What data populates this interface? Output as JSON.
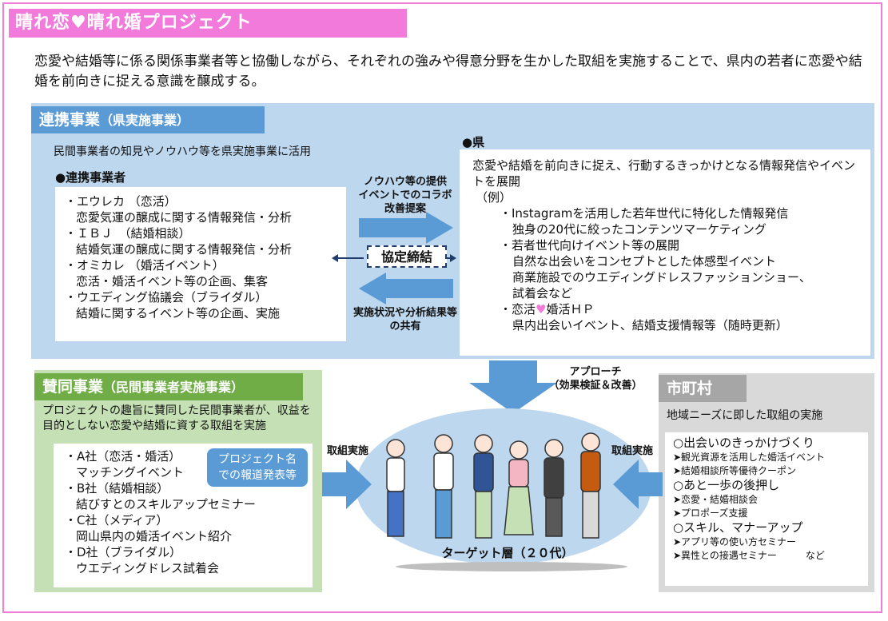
{
  "title": {
    "before": "晴れ恋",
    "heart": "♥",
    "after": "晴れ婚プロジェクト"
  },
  "intro": "恋愛や結婚等に係る関係事業者等と協働しながら、それぞれの強みや得意分野を生かした取組を実施することで、県内の若者に恋愛や結婚を前向きに捉える意識を醸成する。",
  "coop": {
    "tab_main": "連携事業",
    "tab_sub": "（県実施事業）",
    "note": "民間事業者の知見やノウハウ等を県実施事業に活用",
    "partners_head": "●連携事業者",
    "partners": [
      {
        "title": "・エウレカ （恋活）",
        "desc": "恋愛気運の醸成に関する情報発信・分析"
      },
      {
        "title": "・ＩＢＪ　（結婚相談）",
        "desc": "結婚気運の醸成に関する情報発信・分析"
      },
      {
        "title": "・オミカレ （婚活イベント）",
        "desc": "恋活・婚活イベント等の企画、集客"
      },
      {
        "title": "・ウエディング協議会（ブライダル）",
        "desc": "結婚に関するイベント等の企画、実施"
      }
    ],
    "arrow_top_label": [
      "ノウハウ等の提供",
      "イベントでのコラボ",
      "改善提案"
    ],
    "agreement": "協定締結",
    "arrow_bottom_label": [
      "実施状況や分析結果等",
      "の共有"
    ],
    "pref_head": "●県",
    "pref_lead": "恋愛や結婚を前向きに捉え、行動するきっかけとなる情報発信やイベントを展開",
    "pref_example": "（例）",
    "pref_items": [
      {
        "title": "・Instagramを活用した若年世代に特化した情報発信",
        "desc": [
          "独身の20代に絞ったコンテンツマーケティング"
        ]
      },
      {
        "title": "・若者世代向けイベント等の展開",
        "desc": [
          "自然な出会いをコンセプトとした体感型イベント",
          "商業施設でのウエディングドレスファッションショー、",
          "試着会など"
        ]
      },
      {
        "title_before": "・恋活",
        "title_heart": "♥",
        "title_after": "婚活ＨＰ",
        "desc": [
          "県内出会いイベント、結婚支援情報等（随時更新）"
        ]
      }
    ]
  },
  "approach": [
    "アプローチ",
    "（効果検証＆改善）"
  ],
  "support": {
    "tab_main": "賛同事業",
    "tab_sub": "（民間事業者実施事業）",
    "note": "プロジェクトの趣旨に賛同した民間事業者が、収益を目的としない恋愛や結婚に資する取組を実施",
    "pr_badge": [
      "プロジェクト名",
      "での報道発表等"
    ],
    "items": [
      {
        "title": "・A社（恋活・婚活）",
        "desc": "マッチングイベント"
      },
      {
        "title": "・B社（結婚相談）",
        "desc": "結びすとのスキルアップセミナー"
      },
      {
        "title": "・C社（メディア）",
        "desc": "岡山県内の婚活イベント紹介"
      },
      {
        "title": "・D社（ブライダル）",
        "desc": "ウエディングドレス試着会"
      }
    ],
    "arrow_label": "取組実施"
  },
  "city": {
    "tab": "市町村",
    "note": "地域ニーズに即した取組の実施",
    "groups": [
      {
        "head": "○出会いのきっかけづくり",
        "items": [
          "➤観光資源を活用した婚活イベント",
          "➤結婚相談所等優待クーポン"
        ]
      },
      {
        "head": "○あと一歩の後押し",
        "items": [
          "➤恋愛・結婚相談会",
          "➤プロポーズ支援"
        ]
      },
      {
        "head": "○スキル、マナーアップ",
        "items": [
          "➤アプリ等の使い方セミナー",
          "➤異性との接遇セミナー　　　など"
        ]
      }
    ],
    "arrow_label": "取組実施"
  },
  "target_label": "ターゲット層（２０代）",
  "colors": {
    "pink": "#f27adb",
    "blue": "#5b9bd5",
    "lightblue": "#bdd7ee",
    "green": "#70ad47",
    "lightgreen": "#c5e0b4",
    "gray": "#a6a6a6",
    "lightgray": "#d9d9d9",
    "navy": "#1f3c6d"
  }
}
